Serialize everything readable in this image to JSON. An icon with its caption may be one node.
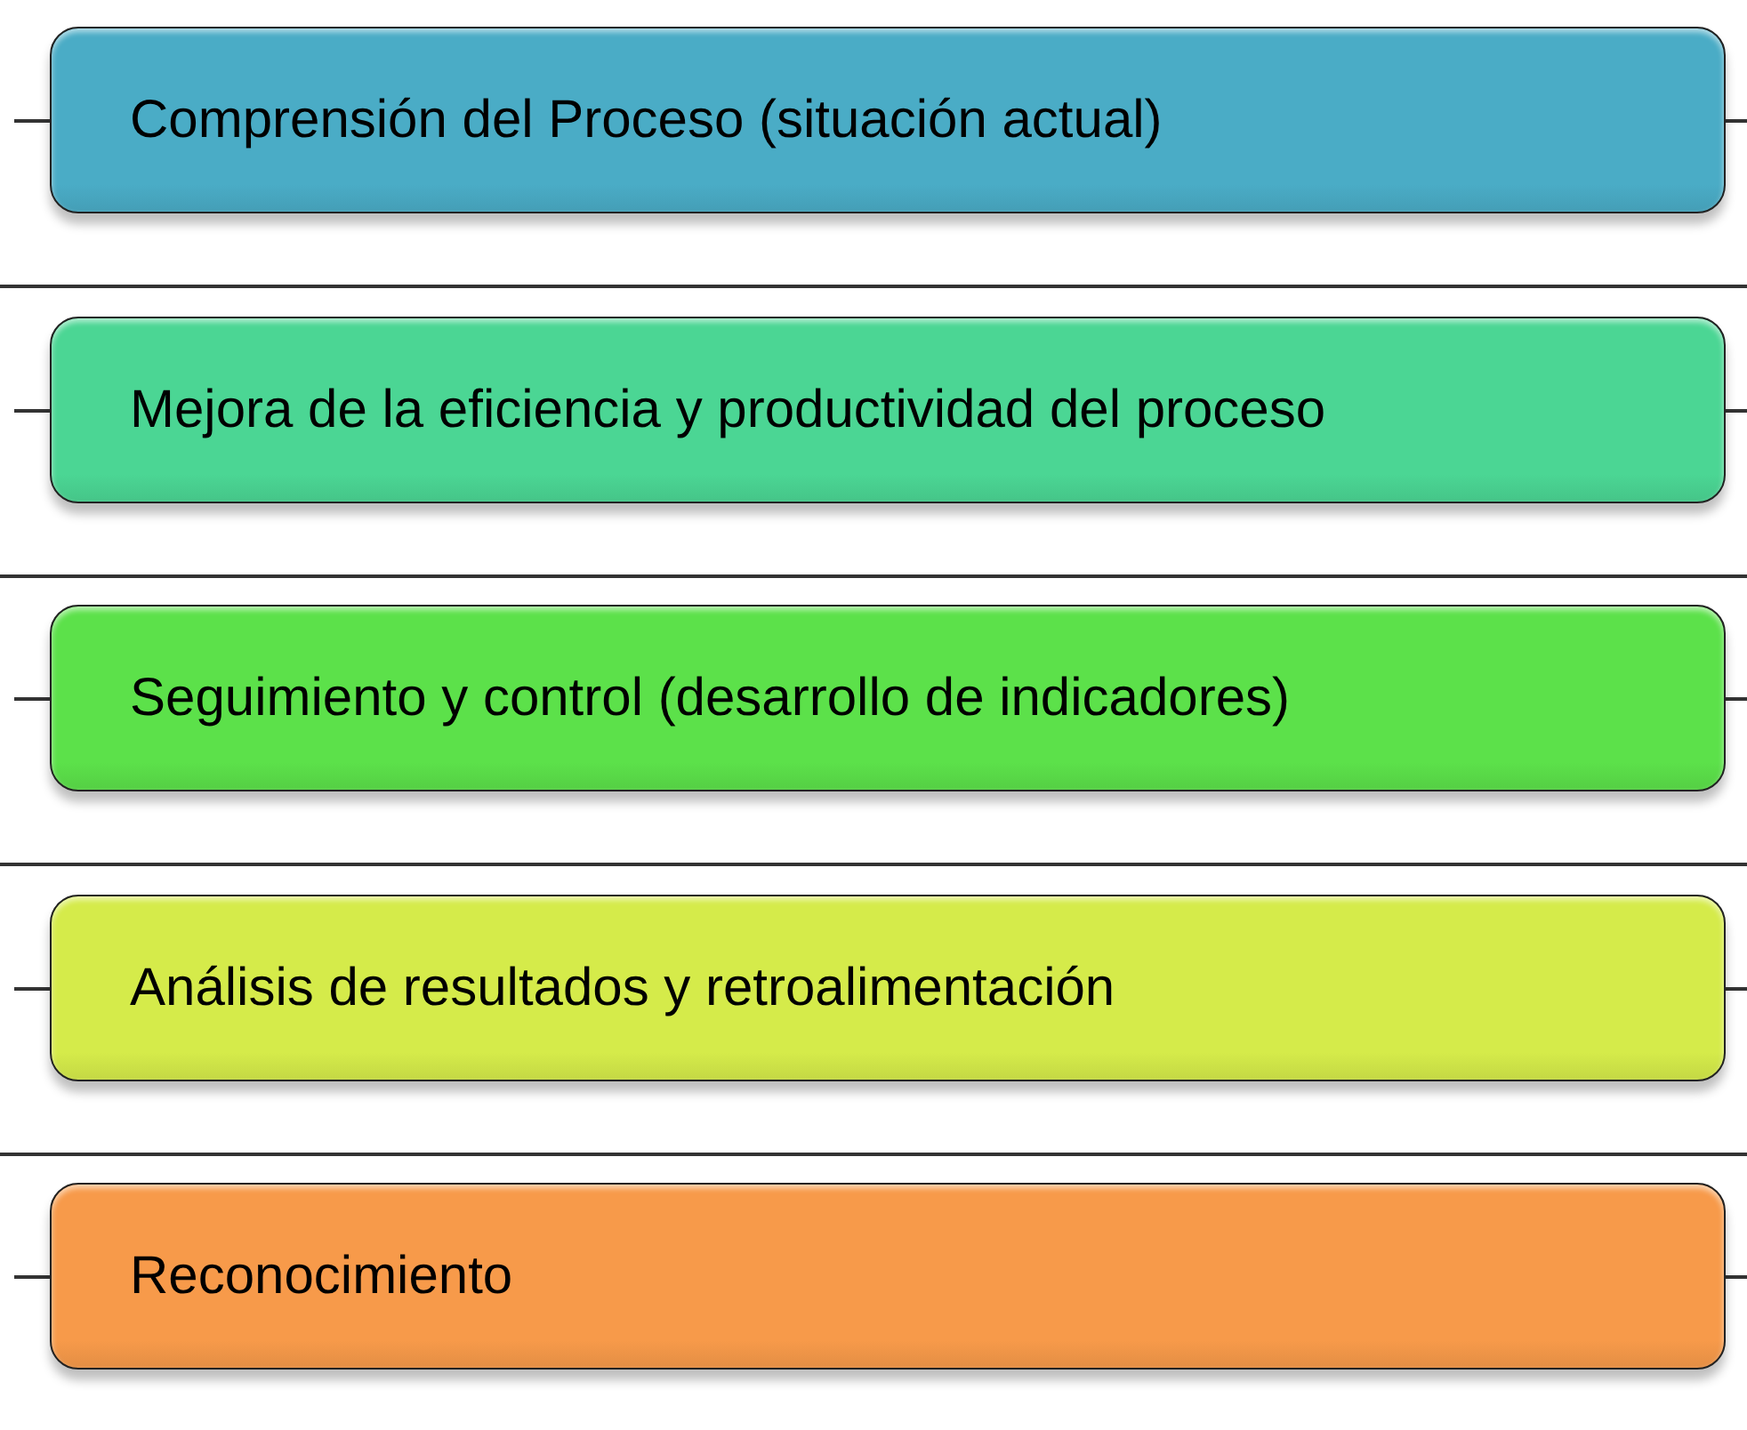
{
  "diagram": {
    "nodes": [
      {
        "text": [
          "Comprensión del Proceso (situación actual)"
        ]
      },
      {
        "text": [
          "Mejora de la eficiencia y productividad del proceso"
        ]
      },
      {
        "text": [
          "Seguimiento y control (desarrollo de indicadores)"
        ]
      },
      {
        "text": [
          "Análisis de resultados y retroalimentación"
        ]
      },
      {
        "text": [
          "Reconocimiento"
        ]
      }
    ]
  }
}
